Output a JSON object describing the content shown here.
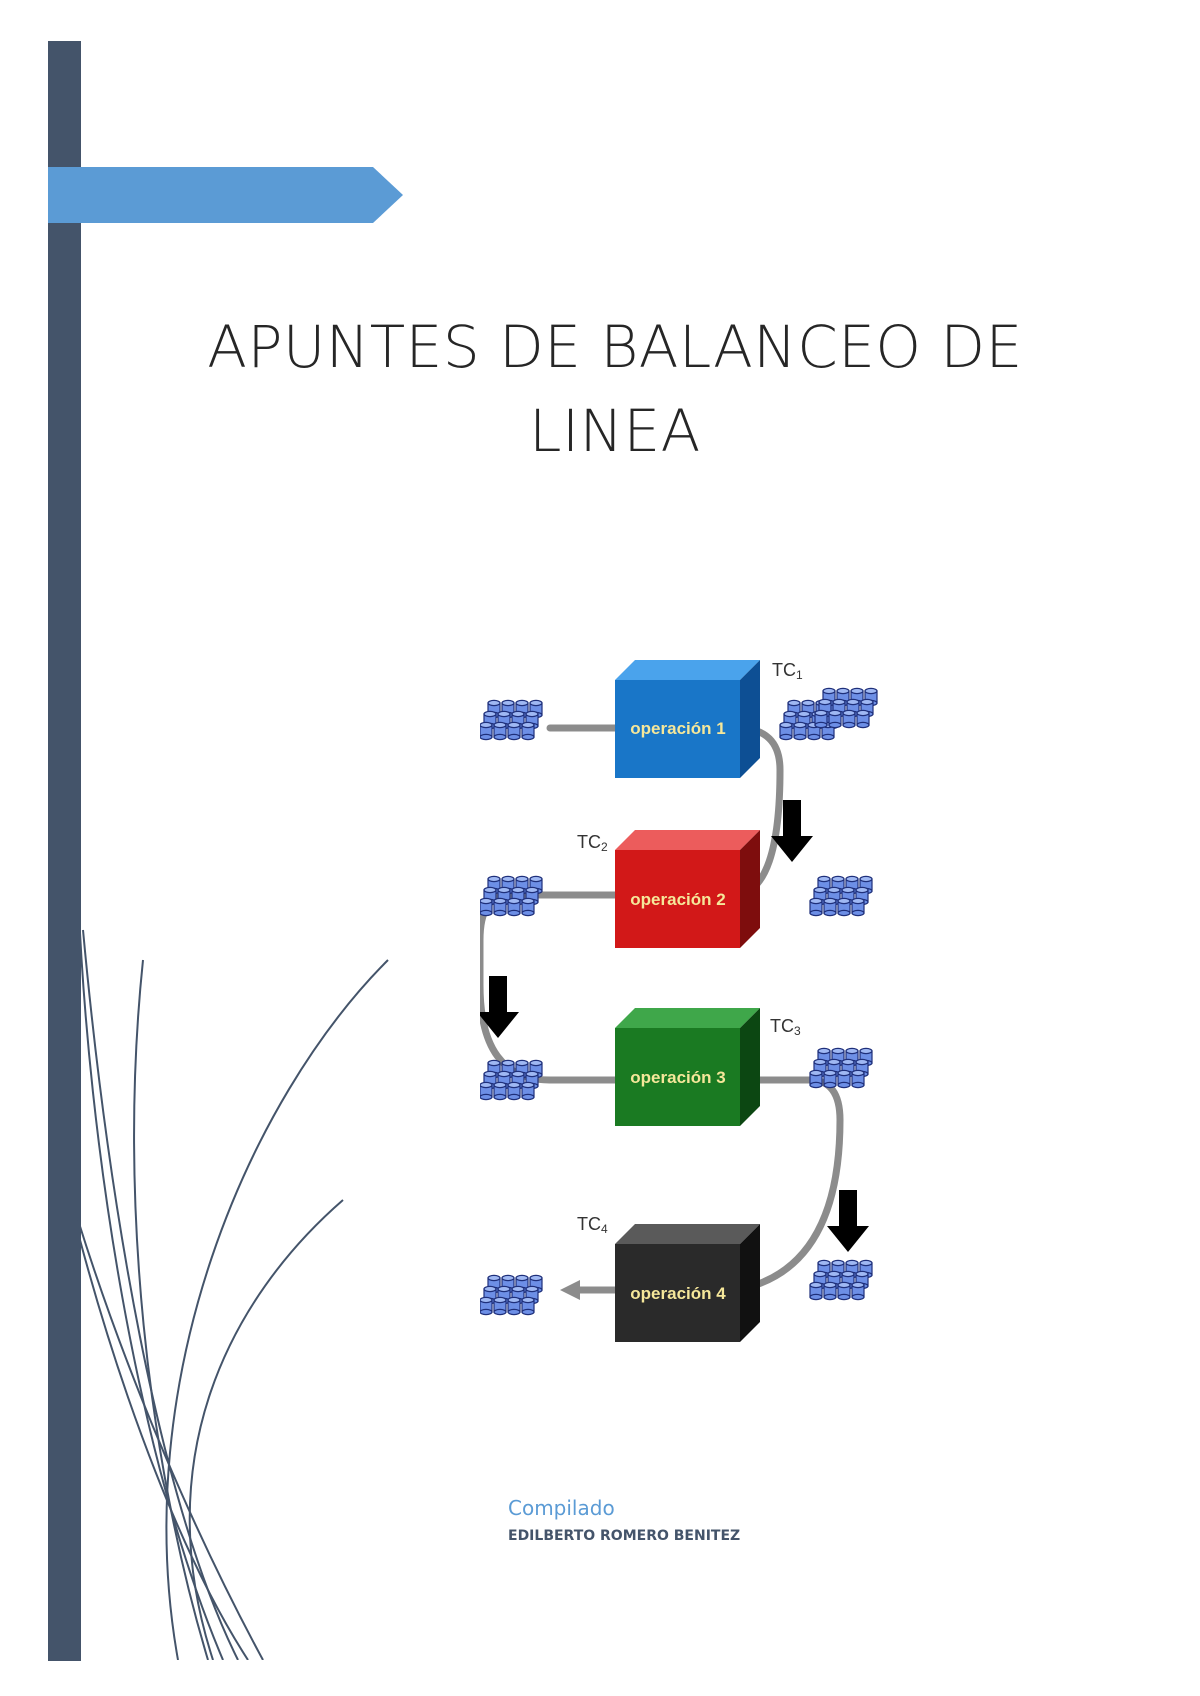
{
  "cover": {
    "title_line1": "APUNTES DE BALANCEO DE",
    "title_line2": "LINEA",
    "compiled_label": "Compilado",
    "author": "EDILBERTO ROMERO BENITEZ"
  },
  "diagram": {
    "stations": [
      {
        "label": "operación 1",
        "tc": "TC",
        "tc_sub": "1",
        "color": "#1976c8"
      },
      {
        "label": "operación 2",
        "tc": "TC",
        "tc_sub": "2",
        "color": "#d21818"
      },
      {
        "label": "operación 3",
        "tc": "TC",
        "tc_sub": "3",
        "color": "#1a7a22"
      },
      {
        "label": "operación 4",
        "tc": "TC",
        "tc_sub": "4",
        "color": "#2a2a2a"
      }
    ]
  },
  "colors": {
    "sidebar": "#44546a",
    "banner": "#5b9bd5",
    "label_text": "#f5e79a",
    "parts": "#6d8fe6"
  }
}
